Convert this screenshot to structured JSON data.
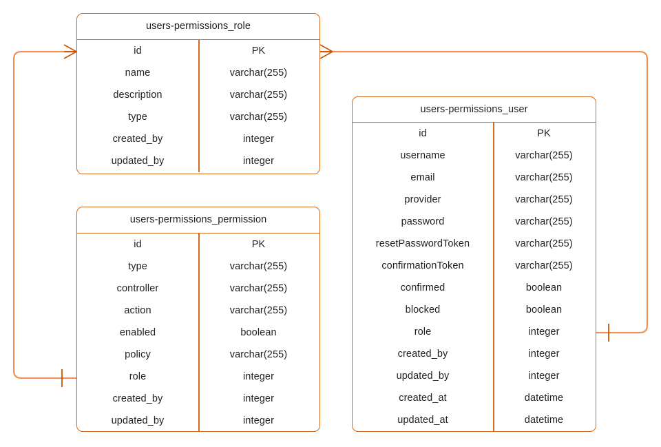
{
  "diagram": {
    "kind": "entity-relationship-diagram",
    "colors": {
      "entity_border": "#D2691E",
      "connector_line": "#E8945A",
      "connector_marker": "#CC5500",
      "text": "#1f1f1f",
      "background": "#ffffff"
    },
    "tables": [
      {
        "id": "role",
        "title": "users-permissions_role",
        "fields": [
          {
            "name": "id",
            "type": "PK"
          },
          {
            "name": "name",
            "type": "varchar(255)"
          },
          {
            "name": "description",
            "type": "varchar(255)"
          },
          {
            "name": "type",
            "type": "varchar(255)"
          },
          {
            "name": "created_by",
            "type": "integer"
          },
          {
            "name": "updated_by",
            "type": "integer"
          }
        ]
      },
      {
        "id": "permission",
        "title": "users-permissions_permission",
        "fields": [
          {
            "name": "id",
            "type": "PK"
          },
          {
            "name": "type",
            "type": "varchar(255)"
          },
          {
            "name": "controller",
            "type": "varchar(255)"
          },
          {
            "name": "action",
            "type": "varchar(255)"
          },
          {
            "name": "enabled",
            "type": "boolean"
          },
          {
            "name": "policy",
            "type": "varchar(255)"
          },
          {
            "name": "role",
            "type": "integer"
          },
          {
            "name": "created_by",
            "type": "integer"
          },
          {
            "name": "updated_by",
            "type": "integer"
          }
        ]
      },
      {
        "id": "user",
        "title": "users-permissions_user",
        "fields": [
          {
            "name": "id",
            "type": "PK"
          },
          {
            "name": "username",
            "type": "varchar(255)"
          },
          {
            "name": "email",
            "type": "varchar(255)"
          },
          {
            "name": "provider",
            "type": "varchar(255)"
          },
          {
            "name": "password",
            "type": "varchar(255)"
          },
          {
            "name": "resetPasswordToken",
            "type": "varchar(255)"
          },
          {
            "name": "confirmationToken",
            "type": "varchar(255)"
          },
          {
            "name": "confirmed",
            "type": "boolean"
          },
          {
            "name": "blocked",
            "type": "boolean"
          },
          {
            "name": "role",
            "type": "integer"
          },
          {
            "name": "created_by",
            "type": "integer"
          },
          {
            "name": "updated_by",
            "type": "integer"
          },
          {
            "name": "created_at",
            "type": "datetime"
          },
          {
            "name": "updated_at",
            "type": "datetime"
          }
        ]
      }
    ],
    "relationships": [
      {
        "id": "role-to-permission",
        "from_table": "role",
        "from_cardinality": "many",
        "to_table": "permission",
        "to_cardinality": "one"
      },
      {
        "id": "role-to-user",
        "from_table": "role",
        "from_cardinality": "many",
        "to_table": "user",
        "to_cardinality": "one"
      }
    ]
  }
}
